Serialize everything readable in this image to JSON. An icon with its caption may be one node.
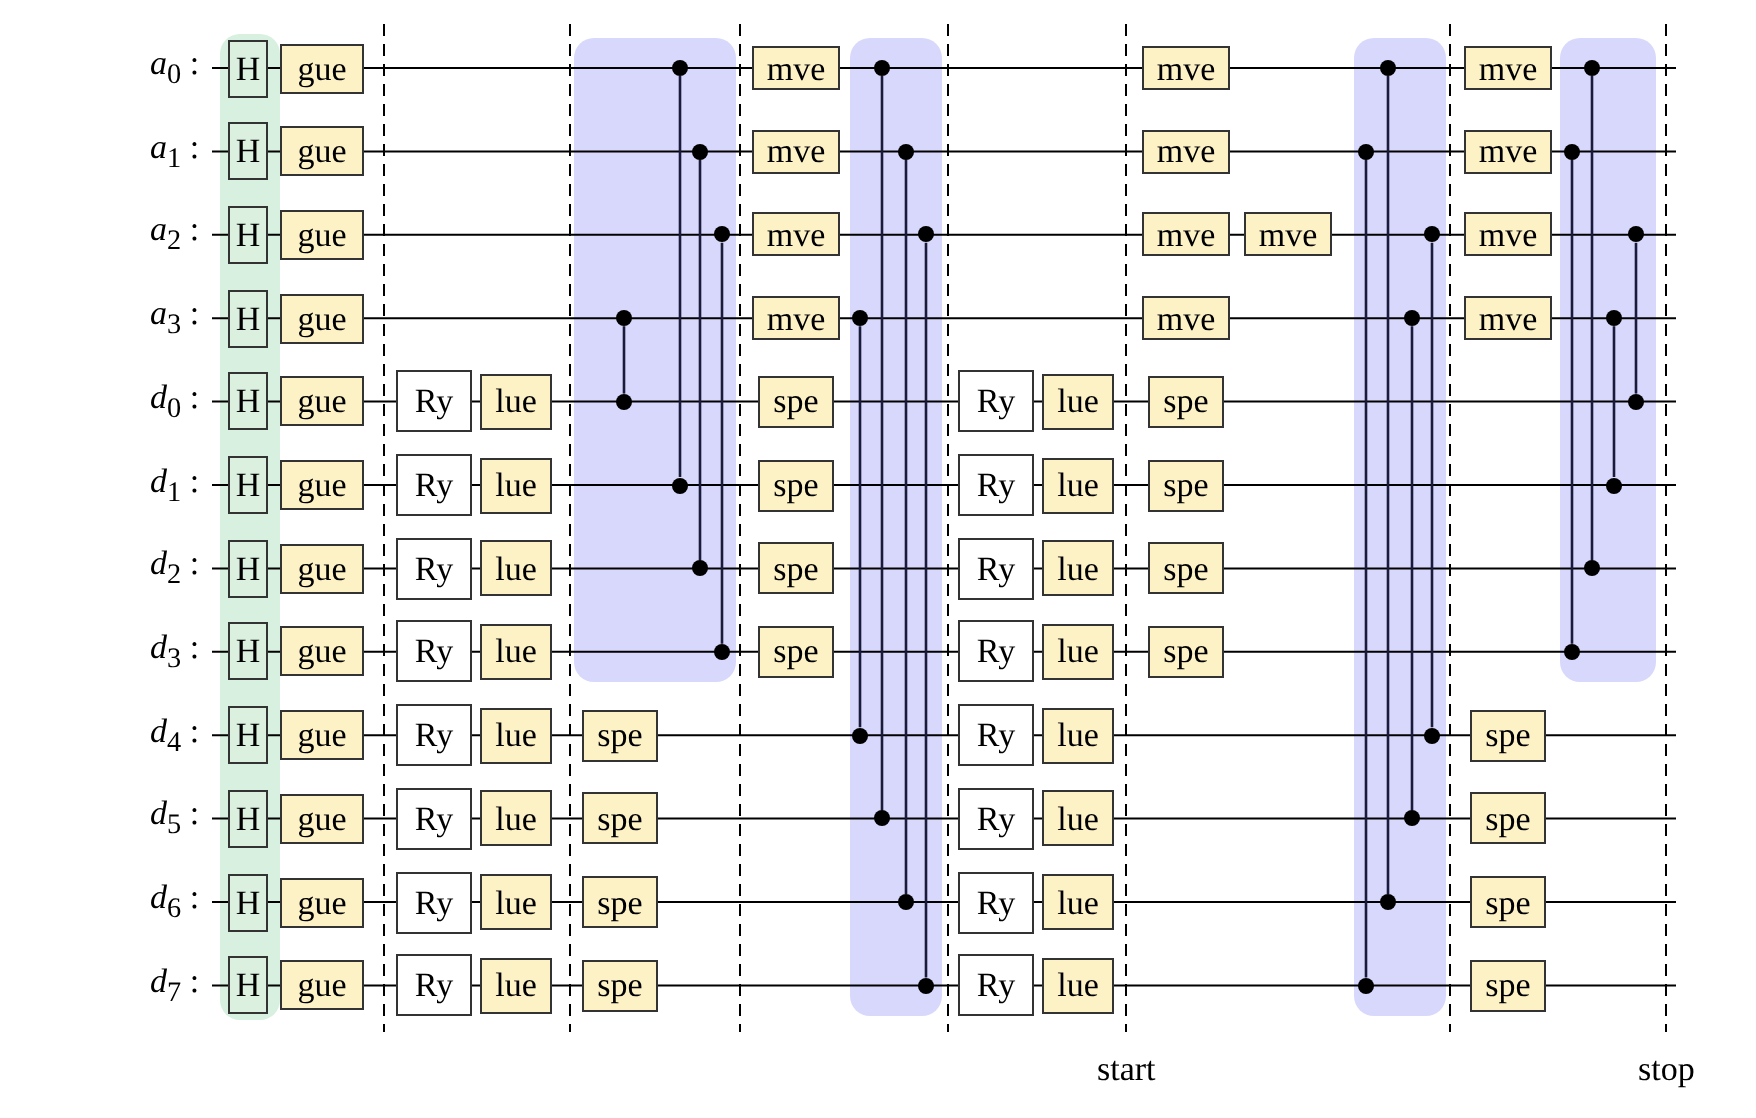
{
  "diagram": {
    "nodes": [
      {
        "text": [],
        "shape": "band"
      },
      {
        "text": [
          "H"
        ],
        "in": 0
      },
      {
        "text": [
          "H"
        ],
        "in": 0
      },
      {
        "text": [
          "H"
        ],
        "in": 0
      },
      {
        "text": [
          "H"
        ],
        "in": 0
      },
      {
        "text": [
          "H"
        ],
        "in": 0
      },
      {
        "text": [
          "H"
        ],
        "in": 0
      },
      {
        "text": [
          "H"
        ],
        "in": 0
      },
      {
        "text": [
          "H"
        ],
        "in": 0
      },
      {
        "text": [
          "H"
        ],
        "in": 0
      },
      {
        "text": [
          "H"
        ],
        "in": 0
      },
      {
        "text": [
          "H"
        ],
        "in": 0
      },
      {
        "text": [
          "H"
        ],
        "in": 0
      },
      {
        "text": [
          "gue"
        ]
      },
      {
        "text": [
          "gue"
        ]
      },
      {
        "text": [
          "gue"
        ]
      },
      {
        "text": [
          "gue"
        ]
      },
      {
        "text": [
          "gue"
        ]
      },
      {
        "text": [
          "gue"
        ]
      },
      {
        "text": [
          "gue"
        ]
      },
      {
        "text": [
          "gue"
        ]
      },
      {
        "text": [
          "gue"
        ]
      },
      {
        "text": [
          "gue"
        ]
      },
      {
        "text": [
          "gue"
        ]
      },
      {
        "text": [
          "gue"
        ]
      },
      {
        "text": [
          "Ry"
        ]
      },
      {
        "text": [
          "Ry"
        ]
      },
      {
        "text": [
          "Ry"
        ]
      },
      {
        "text": [
          "Ry"
        ]
      },
      {
        "text": [
          "Ry"
        ]
      },
      {
        "text": [
          "Ry"
        ]
      },
      {
        "text": [
          "Ry"
        ]
      },
      {
        "text": [
          "Ry"
        ]
      },
      {
        "text": [
          "lue"
        ]
      },
      {
        "text": [
          "lue"
        ]
      },
      {
        "text": [
          "lue"
        ]
      },
      {
        "text": [
          "lue"
        ]
      },
      {
        "text": [
          "lue"
        ]
      },
      {
        "text": [
          "lue"
        ]
      },
      {
        "text": [
          "lue"
        ]
      },
      {
        "text": [
          "lue"
        ]
      },
      {
        "text": [],
        "shape": "band"
      },
      {
        "text": [],
        "shape": "circle",
        "in": 41
      },
      {
        "text": [],
        "shape": "circle",
        "in": 41
      },
      {
        "text": [],
        "shape": "circle",
        "in": 41
      },
      {
        "text": [],
        "shape": "circle",
        "in": 41
      },
      {
        "text": [],
        "shape": "circle",
        "in": 41
      },
      {
        "text": [],
        "shape": "circle",
        "in": 41
      },
      {
        "text": [],
        "shape": "circle",
        "in": 41
      },
      {
        "text": [],
        "shape": "circle",
        "in": 41
      },
      {
        "text": [
          "spe"
        ]
      },
      {
        "text": [
          "spe"
        ]
      },
      {
        "text": [
          "spe"
        ]
      },
      {
        "text": [
          "spe"
        ]
      },
      {
        "text": [
          "mve"
        ]
      },
      {
        "text": [
          "mve"
        ]
      },
      {
        "text": [
          "mve"
        ]
      },
      {
        "text": [
          "mve"
        ]
      },
      {
        "text": [
          "spe"
        ]
      },
      {
        "text": [
          "spe"
        ]
      },
      {
        "text": [
          "spe"
        ]
      },
      {
        "text": [
          "spe"
        ]
      },
      {
        "text": [],
        "shape": "band"
      },
      {
        "text": [],
        "shape": "circle",
        "in": 62
      },
      {
        "text": [],
        "shape": "circle",
        "in": 62
      },
      {
        "text": [],
        "shape": "circle",
        "in": 62
      },
      {
        "text": [],
        "shape": "circle",
        "in": 62
      },
      {
        "text": [],
        "shape": "circle",
        "in": 62
      },
      {
        "text": [],
        "shape": "circle",
        "in": 62
      },
      {
        "text": [],
        "shape": "circle",
        "in": 62
      },
      {
        "text": [],
        "shape": "circle",
        "in": 62
      },
      {
        "text": [
          "Ry"
        ]
      },
      {
        "text": [
          "Ry"
        ]
      },
      {
        "text": [
          "Ry"
        ]
      },
      {
        "text": [
          "Ry"
        ]
      },
      {
        "text": [
          "Ry"
        ]
      },
      {
        "text": [
          "Ry"
        ]
      },
      {
        "text": [
          "Ry"
        ]
      },
      {
        "text": [
          "Ry"
        ]
      },
      {
        "text": [
          "lue"
        ]
      },
      {
        "text": [
          "lue"
        ]
      },
      {
        "text": [
          "lue"
        ]
      },
      {
        "text": [
          "lue"
        ]
      },
      {
        "text": [
          "lue"
        ]
      },
      {
        "text": [
          "lue"
        ]
      },
      {
        "text": [
          "lue"
        ]
      },
      {
        "text": [
          "lue"
        ]
      },
      {
        "text": [
          "mve"
        ]
      },
      {
        "text": [
          "mve"
        ]
      },
      {
        "text": [
          "mve"
        ]
      },
      {
        "text": [
          "mve"
        ]
      },
      {
        "text": [
          "mve"
        ]
      },
      {
        "text": [
          "spe"
        ]
      },
      {
        "text": [
          "spe"
        ]
      },
      {
        "text": [
          "spe"
        ]
      },
      {
        "text": [
          "spe"
        ]
      },
      {
        "text": [],
        "shape": "band"
      },
      {
        "text": [],
        "shape": "circle",
        "in": 96
      },
      {
        "text": [],
        "shape": "circle",
        "in": 96
      },
      {
        "text": [],
        "shape": "circle",
        "in": 96
      },
      {
        "text": [],
        "shape": "circle",
        "in": 96
      },
      {
        "text": [],
        "shape": "circle",
        "in": 96
      },
      {
        "text": [],
        "shape": "circle",
        "in": 96
      },
      {
        "text": [],
        "shape": "circle",
        "in": 96
      },
      {
        "text": [],
        "shape": "circle",
        "in": 96
      },
      {
        "text": [
          "mve"
        ]
      },
      {
        "text": [
          "mve"
        ]
      },
      {
        "text": [
          "mve"
        ]
      },
      {
        "text": [
          "mve"
        ]
      },
      {
        "text": [
          "spe"
        ]
      },
      {
        "text": [
          "spe"
        ]
      },
      {
        "text": [
          "spe"
        ]
      },
      {
        "text": [
          "spe"
        ]
      },
      {
        "text": [],
        "shape": "band"
      },
      {
        "text": [],
        "shape": "circle",
        "in": 113
      },
      {
        "text": [],
        "shape": "circle",
        "in": 113
      },
      {
        "text": [],
        "shape": "circle",
        "in": 113
      },
      {
        "text": [],
        "shape": "circle",
        "in": 113
      },
      {
        "text": [],
        "shape": "circle",
        "in": 113
      },
      {
        "text": [],
        "shape": "circle",
        "in": 113
      },
      {
        "text": [],
        "shape": "circle",
        "in": 113
      },
      {
        "text": [],
        "shape": "circle",
        "in": 113
      }
    ],
    "edges": [
      {
        "from": 42,
        "to": 43,
        "arrow": "none"
      },
      {
        "from": 44,
        "to": 45,
        "arrow": "none"
      },
      {
        "from": 46,
        "to": 47,
        "arrow": "none"
      },
      {
        "from": 48,
        "to": 49,
        "arrow": "none"
      },
      {
        "from": 63,
        "to": 64,
        "arrow": "none"
      },
      {
        "from": 65,
        "to": 66,
        "arrow": "none"
      },
      {
        "from": 67,
        "to": 68,
        "arrow": "none"
      },
      {
        "from": 69,
        "to": 70,
        "arrow": "none"
      },
      {
        "from": 97,
        "to": 98,
        "arrow": "none"
      },
      {
        "from": 99,
        "to": 100,
        "arrow": "none"
      },
      {
        "from": 101,
        "to": 102,
        "arrow": "none"
      },
      {
        "from": 103,
        "to": 104,
        "arrow": "none"
      },
      {
        "from": 114,
        "to": 115,
        "arrow": "none"
      },
      {
        "from": 116,
        "to": 117,
        "arrow": "none"
      },
      {
        "from": 118,
        "to": 119,
        "arrow": "none"
      },
      {
        "from": 120,
        "to": 121,
        "arrow": "none"
      }
    ],
    "labels": [
      "*a*$_{0}$ :",
      "*a*$_{1}$ :",
      "*a*$_{2}$ :",
      "*a*$_{3}$ :",
      "*d*$_{0}$ :",
      "*d*$_{1}$ :",
      "*d*$_{2}$ :",
      "*d*$_{3}$ :",
      "*d*$_{4}$ :",
      "*d*$_{5}$ :",
      "*d*$_{6}$ :",
      "*d*$_{7}$ :",
      "start",
      "stop"
    ]
  }
}
